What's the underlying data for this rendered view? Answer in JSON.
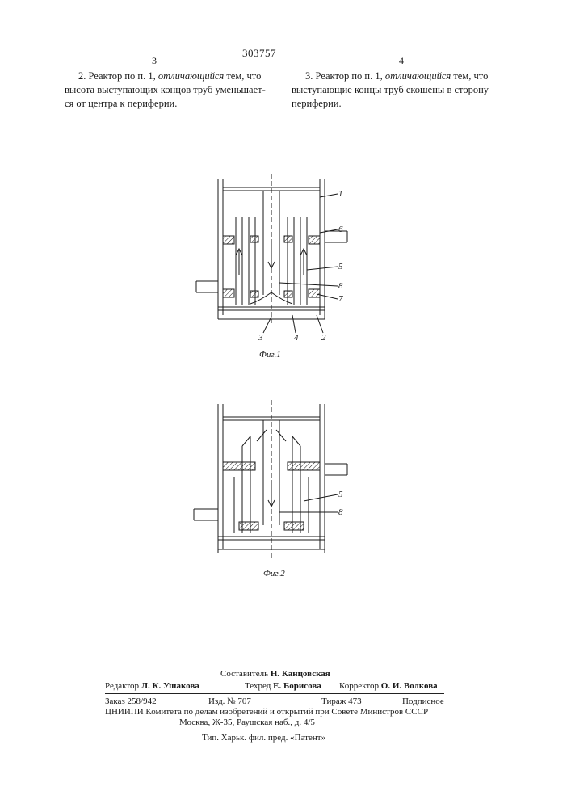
{
  "header": {
    "patent_number": "303757",
    "col_left": "3",
    "col_right": "4"
  },
  "claims": {
    "claim2": {
      "line1_pre": "2. Реактор по п. 1, ",
      "line1_em": "отличающийся",
      "line1_post": " тем, что",
      "line2": "высота выступающих концов труб уменьшает-",
      "line3": "ся от центра к периферии."
    },
    "claim3": {
      "line1_pre": "3. Реактор по п. 1, ",
      "line1_em": "отличающийся",
      "line1_post": " тем, что",
      "line2": "выступающие концы труб скошены в сторону",
      "line3": "периферии."
    }
  },
  "figures": {
    "fig1": {
      "caption": "Фиг.1",
      "labels": [
        "1",
        "6",
        "5",
        "8",
        "7",
        "3",
        "4",
        "2"
      ]
    },
    "fig2": {
      "caption": "Фиг.2",
      "labels": [
        "5",
        "8"
      ]
    }
  },
  "imprint": {
    "compiler_label": "Составитель",
    "compiler_name": "Н. Канцовская",
    "editor_label": "Редактор",
    "editor_name": "Л. К. Ушакова",
    "techred_label": "Техред",
    "techred_name": "Е. Борисова",
    "corrector_label": "Корректор",
    "corrector_name": "О. И. Волкова",
    "order": "Заказ 258/942",
    "edition": "Изд. № 707",
    "circulation": "Тираж 473",
    "subscription": "Подписное",
    "org_line1": "ЦНИИПИ Комитета по делам изобретений и открытий при Совете Министров СССР",
    "org_line2": "Москва, Ж-35, Раушская наб., д. 4/5",
    "print_line": "Тип. Харьк. фил. пред. «Патент»"
  }
}
